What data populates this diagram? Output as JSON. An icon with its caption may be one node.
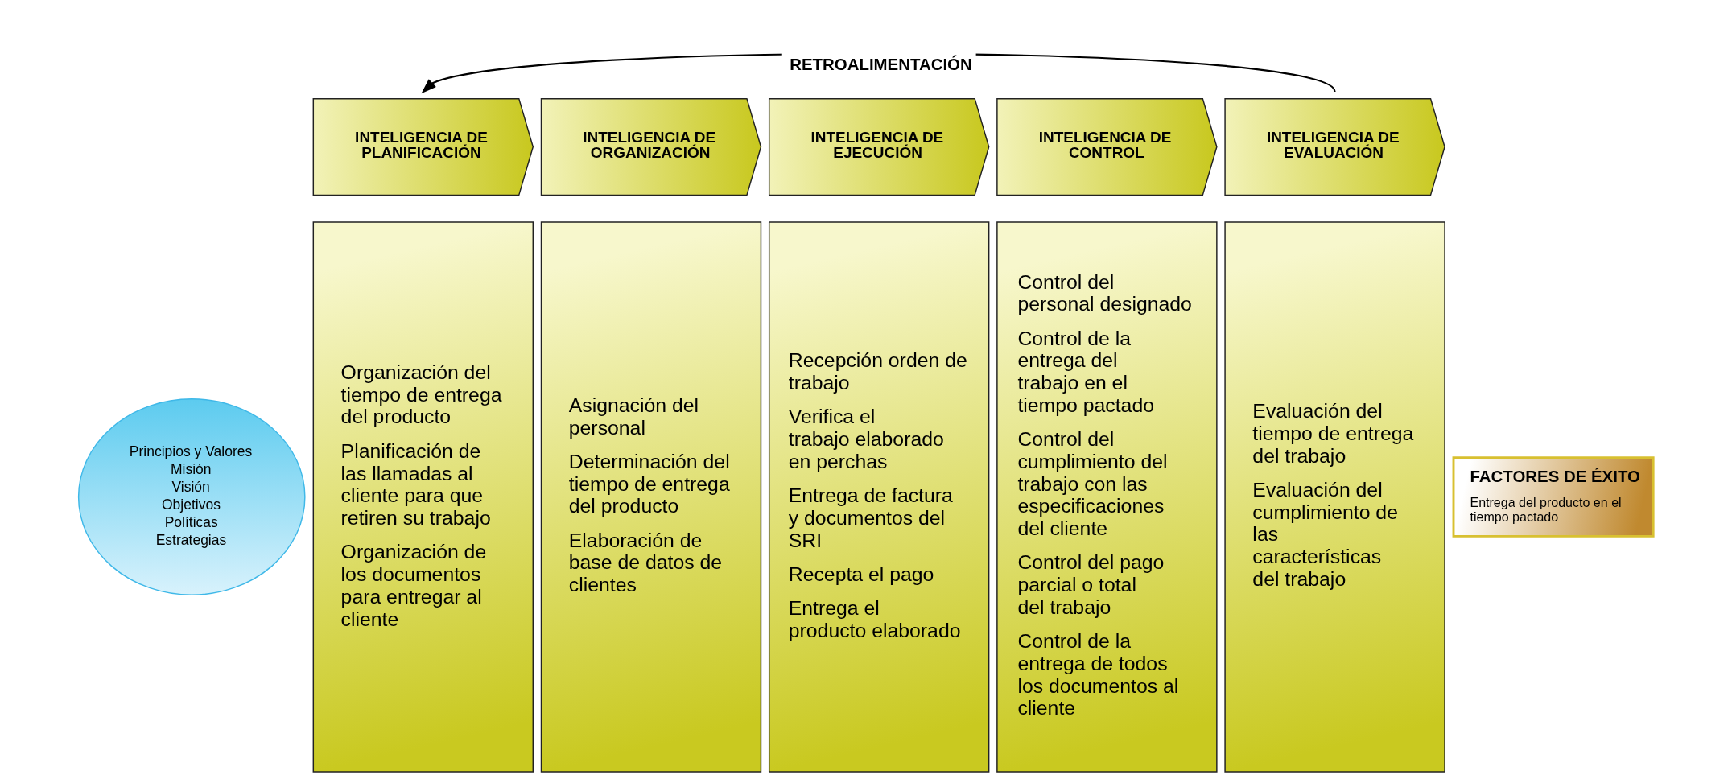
{
  "diagram": {
    "nodes": [
      {
        "text": [
          "Principios y Valores",
          "Misión",
          "Visión",
          "Objetivos",
          "Políticas",
          "Estrategias"
        ]
      },
      {
        "text": [
          "INTELIGENCIA DE PLANIFICACIÓN"
        ]
      },
      {
        "text": [
          "INTELIGENCIA DE ORGANIZACIÓN"
        ]
      },
      {
        "text": [
          "INTELIGENCIA DE EJECUCIÓN"
        ]
      },
      {
        "text": [
          "INTELIGENCIA DE CONTROL"
        ]
      },
      {
        "text": [
          "INTELIGENCIA DE EVALUACIÓN"
        ]
      },
      {
        "text": [
          "Organización del tiempo de entrega del producto",
          "Planificación de las llamadas al cliente para que retiren su trabajo",
          "Organización de los documentos para entregar al cliente"
        ]
      },
      {
        "text": [
          "Asignación del personal",
          "Determinación del tiempo de entrega del producto",
          "Elaboración de base de datos de clientes"
        ]
      },
      {
        "text": [
          "Recepción orden de trabajo",
          "Verifica el trabajo elaborado en perchas",
          "Entrega de factura y documentos del SRI",
          "Recepta el pago",
          "Entrega el producto elaborado"
        ]
      },
      {
        "text": [
          "Control del personal designado",
          "Control de la entrega del trabajo en el tiempo pactado",
          "Control del cumplimiento del trabajo con las especificaciones del cliente",
          "Control del pago parcial o total del trabajo",
          "Control de la entrega de todos los documentos al cliente"
        ]
      },
      {
        "text": [
          "Evaluación del tiempo de entrega del trabajo",
          "Evaluación del cumplimiento de las características del trabajo"
        ]
      },
      {
        "text": [
          "FACTORES DE ÉXITO",
          "Entrega del producto en el tiempo pactado"
        ]
      }
    ],
    "edges": [
      {
        "from": 5,
        "to": 1,
        "arrow": "to",
        "label": "RETROALIMENTACIÓN"
      }
    ]
  }
}
